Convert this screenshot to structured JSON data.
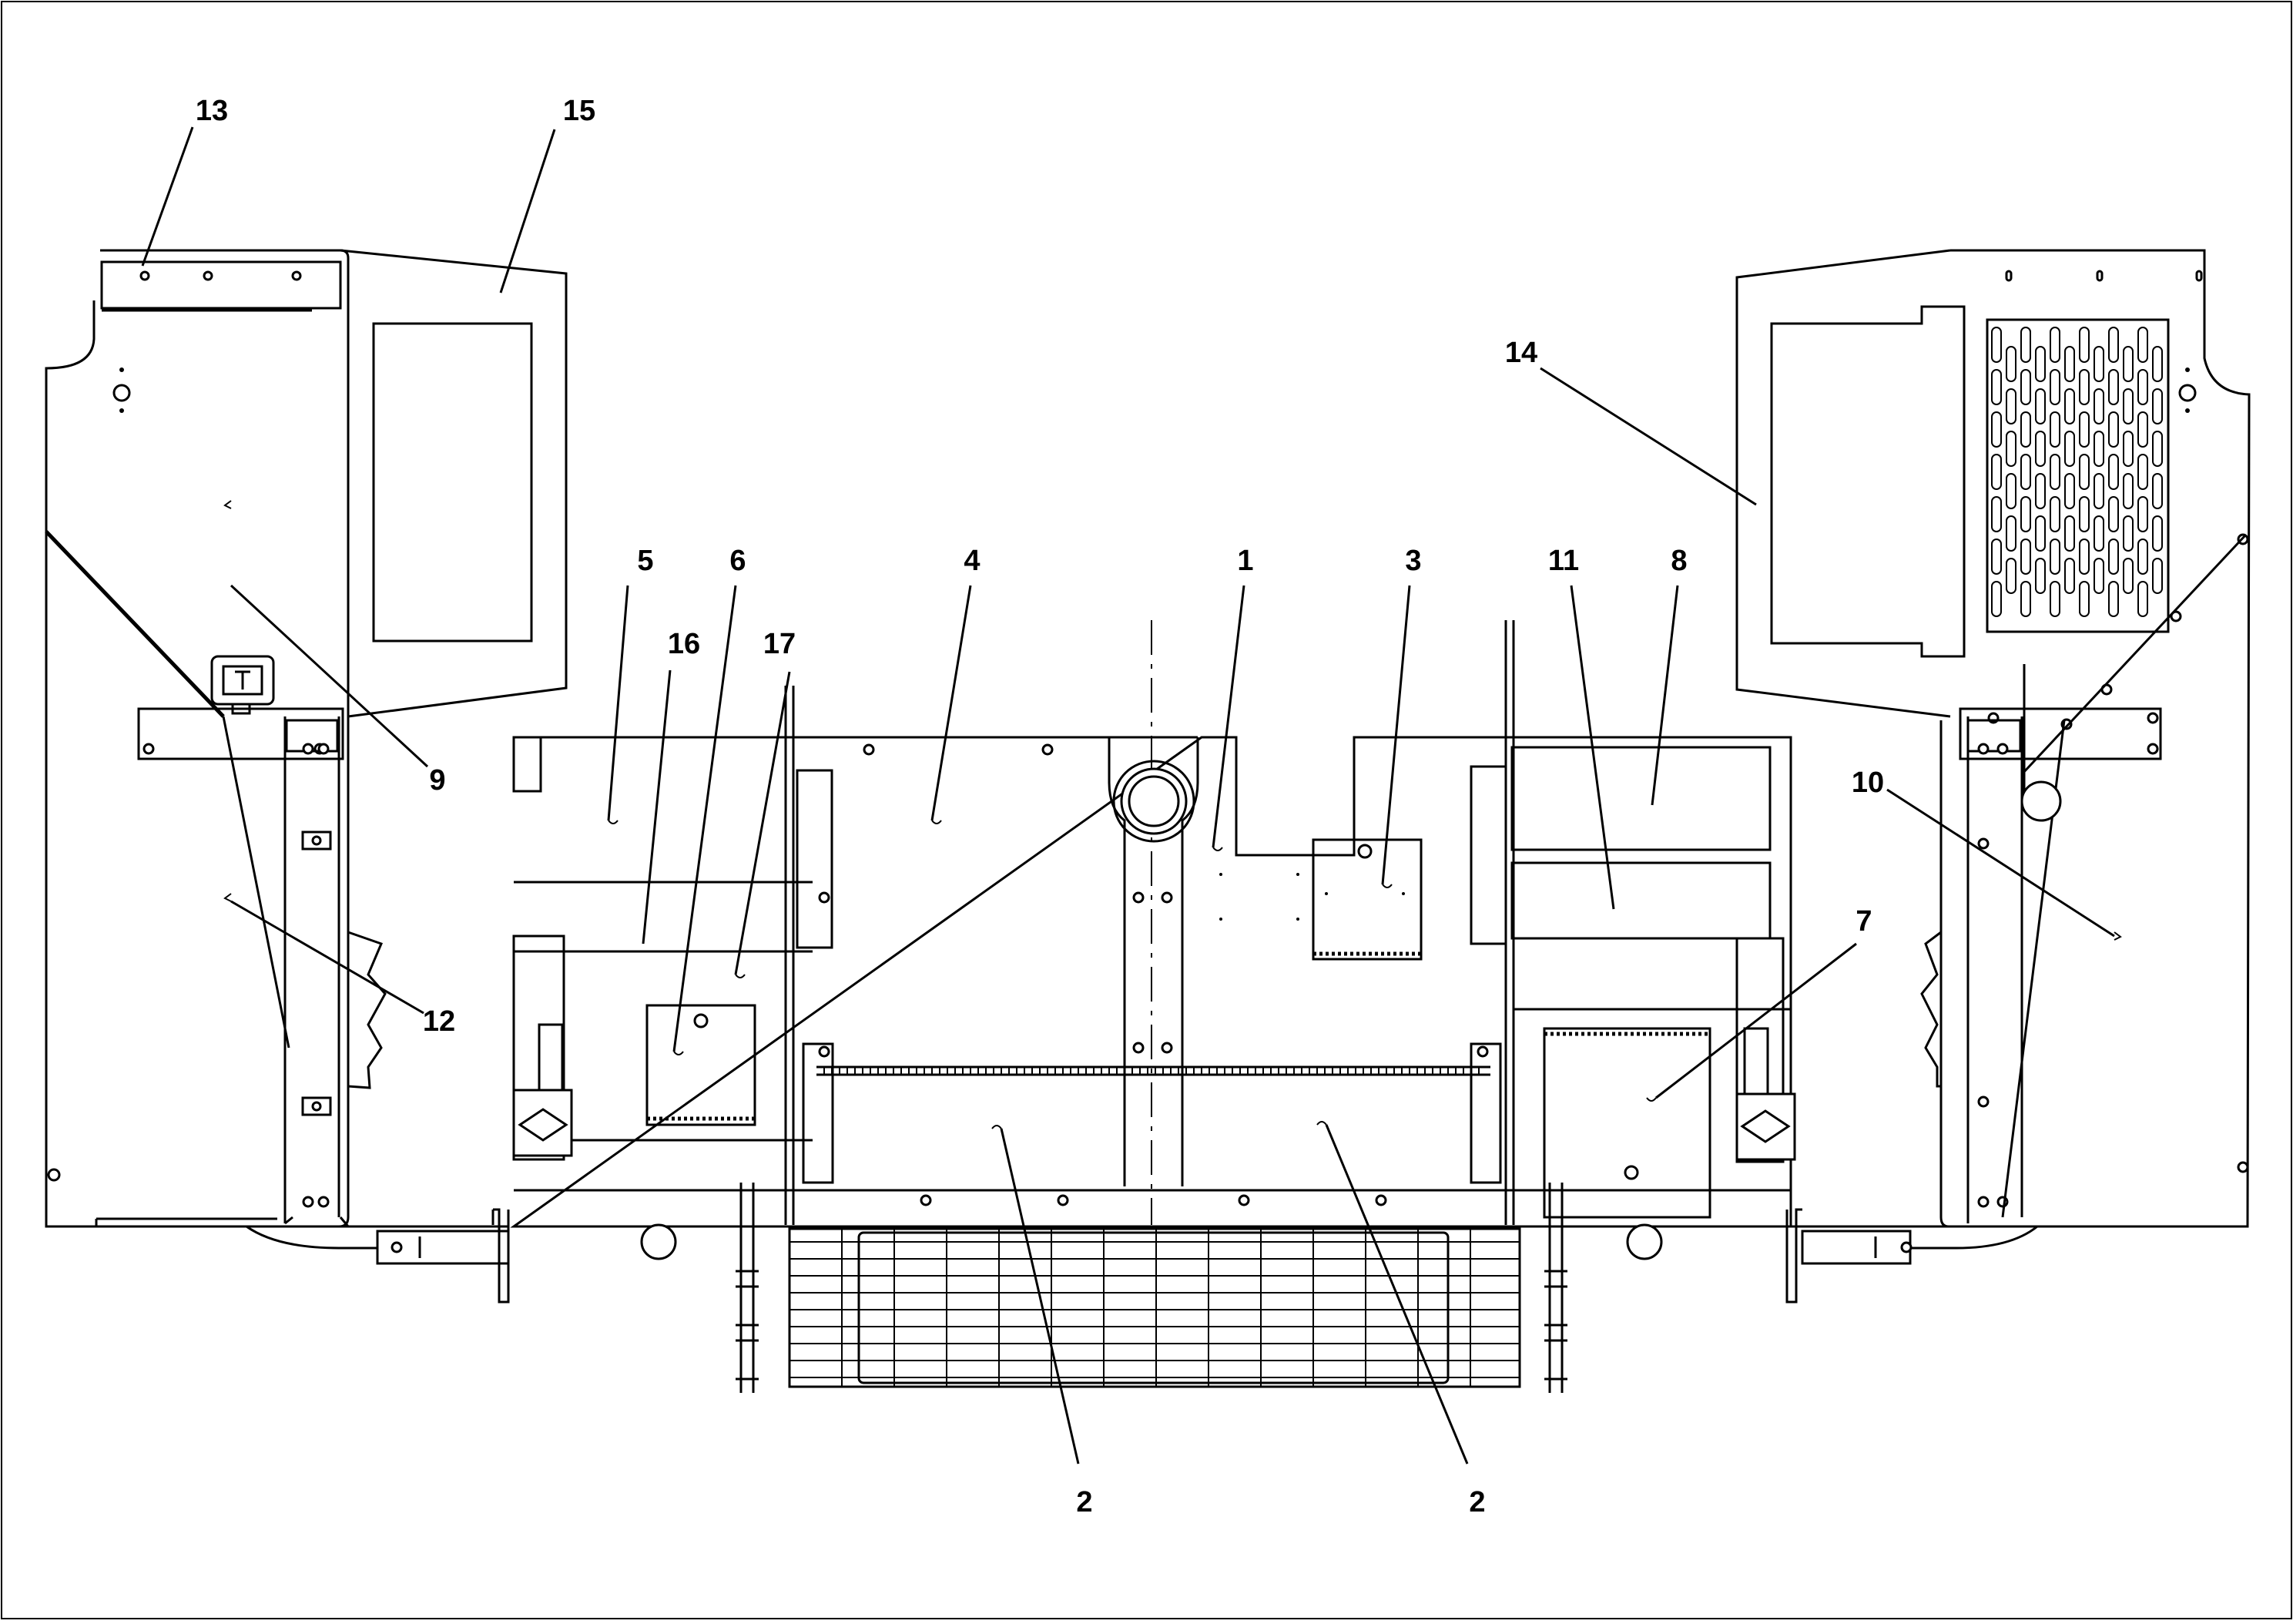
{
  "callouts": [
    {
      "id": "c13",
      "label": "13"
    },
    {
      "id": "c15",
      "label": "15"
    },
    {
      "id": "c14",
      "label": "14"
    },
    {
      "id": "c5",
      "label": "5"
    },
    {
      "id": "c6",
      "label": "6"
    },
    {
      "id": "c4",
      "label": "4"
    },
    {
      "id": "c1",
      "label": "1"
    },
    {
      "id": "c3",
      "label": "3"
    },
    {
      "id": "c11",
      "label": "11"
    },
    {
      "id": "c8",
      "label": "8"
    },
    {
      "id": "c16",
      "label": "16"
    },
    {
      "id": "c17",
      "label": "17"
    },
    {
      "id": "c9",
      "label": "9"
    },
    {
      "id": "c10",
      "label": "10"
    },
    {
      "id": "c7",
      "label": "7"
    },
    {
      "id": "c12",
      "label": "12"
    },
    {
      "id": "c2a",
      "label": "2"
    },
    {
      "id": "c2b",
      "label": "2"
    }
  ]
}
